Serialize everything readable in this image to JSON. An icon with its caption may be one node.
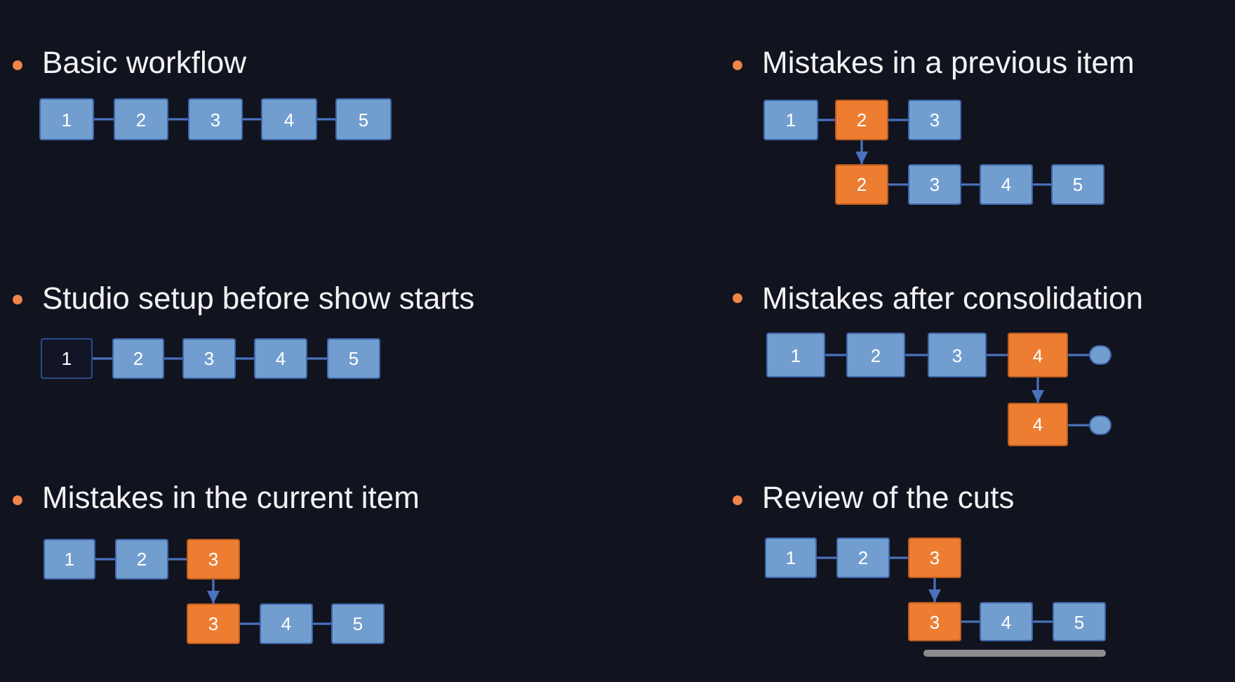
{
  "diagram": {
    "nodes": [
      {
        "text": [
          "1"
        ]
      },
      {
        "text": [
          "2"
        ]
      },
      {
        "text": [
          "3"
        ]
      },
      {
        "text": [
          "4"
        ]
      },
      {
        "text": [
          "5"
        ]
      },
      {
        "text": [
          "1"
        ]
      },
      {
        "text": [
          "2"
        ]
      },
      {
        "text": [
          "3"
        ]
      },
      {
        "text": [
          "2"
        ]
      },
      {
        "text": [
          "3"
        ]
      },
      {
        "text": [
          "4"
        ]
      },
      {
        "text": [
          "5"
        ]
      },
      {
        "text": [
          "1"
        ]
      },
      {
        "text": [
          "2"
        ]
      },
      {
        "text": [
          "3"
        ]
      },
      {
        "text": [
          "4"
        ]
      },
      {
        "text": [
          "5"
        ]
      },
      {
        "text": [
          "1"
        ]
      },
      {
        "text": [
          "2"
        ]
      },
      {
        "text": [
          "3"
        ]
      },
      {
        "text": [
          "4"
        ]
      },
      {
        "text": [],
        "shape": "circle"
      },
      {
        "text": [
          "4"
        ]
      },
      {
        "text": [],
        "shape": "circle"
      },
      {
        "text": [
          "1"
        ]
      },
      {
        "text": [
          "2"
        ]
      },
      {
        "text": [
          "3"
        ]
      },
      {
        "text": [
          "3"
        ]
      },
      {
        "text": [
          "4"
        ]
      },
      {
        "text": [
          "5"
        ]
      },
      {
        "text": [
          "1"
        ]
      },
      {
        "text": [
          "2"
        ]
      },
      {
        "text": [
          "3"
        ]
      },
      {
        "text": [
          "3"
        ]
      },
      {
        "text": [
          "4"
        ]
      },
      {
        "text": [
          "5"
        ]
      }
    ],
    "edges": [
      {
        "from": 0,
        "to": 1,
        "arrow": "none"
      },
      {
        "from": 1,
        "to": 2,
        "arrow": "none"
      },
      {
        "from": 2,
        "to": 3,
        "arrow": "none"
      },
      {
        "from": 3,
        "to": 4,
        "arrow": "none"
      },
      {
        "from": 5,
        "to": 6,
        "arrow": "none"
      },
      {
        "from": 6,
        "to": 7,
        "arrow": "none"
      },
      {
        "from": 6,
        "to": 8,
        "arrow": "to"
      },
      {
        "from": 8,
        "to": 9,
        "arrow": "none"
      },
      {
        "from": 9,
        "to": 10,
        "arrow": "none"
      },
      {
        "from": 10,
        "to": 11,
        "arrow": "none"
      },
      {
        "from": 12,
        "to": 13,
        "arrow": "none"
      },
      {
        "from": 13,
        "to": 14,
        "arrow": "none"
      },
      {
        "from": 14,
        "to": 15,
        "arrow": "none"
      },
      {
        "from": 15,
        "to": 16,
        "arrow": "none"
      },
      {
        "from": 17,
        "to": 18,
        "arrow": "none"
      },
      {
        "from": 18,
        "to": 19,
        "arrow": "none"
      },
      {
        "from": 19,
        "to": 20,
        "arrow": "none"
      },
      {
        "from": 20,
        "to": 21,
        "arrow": "none"
      },
      {
        "from": 20,
        "to": 22,
        "arrow": "to"
      },
      {
        "from": 22,
        "to": 23,
        "arrow": "none"
      },
      {
        "from": 24,
        "to": 25,
        "arrow": "none"
      },
      {
        "from": 25,
        "to": 26,
        "arrow": "none"
      },
      {
        "from": 26,
        "to": 27,
        "arrow": "to"
      },
      {
        "from": 27,
        "to": 28,
        "arrow": "none"
      },
      {
        "from": 28,
        "to": 29,
        "arrow": "none"
      },
      {
        "from": 30,
        "to": 31,
        "arrow": "none"
      },
      {
        "from": 31,
        "to": 32,
        "arrow": "none"
      },
      {
        "from": 32,
        "to": 33,
        "arrow": "to"
      },
      {
        "from": 33,
        "to": 34,
        "arrow": "none"
      },
      {
        "from": 34,
        "to": 35,
        "arrow": "none"
      }
    ],
    "labels": [
      "Basic workflow",
      "Mistakes in a previous item",
      "Studio setup before show starts",
      "Mistakes after consolidation",
      "Mistakes in the current item",
      "Review of the cuts"
    ]
  }
}
